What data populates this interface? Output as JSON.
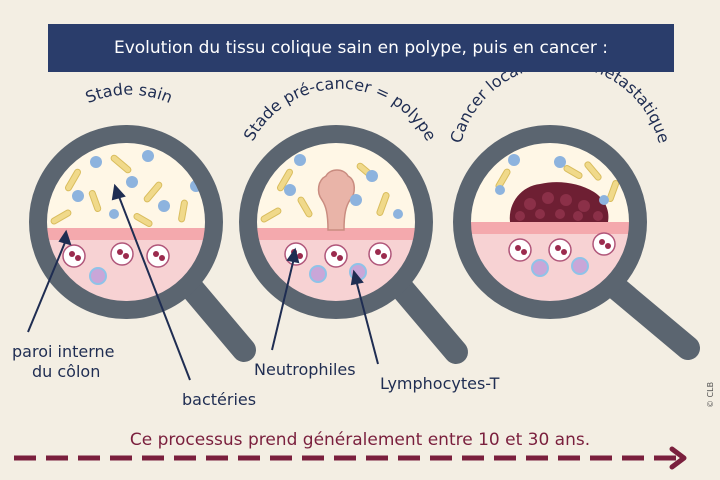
{
  "header": {
    "title": "Evolution du tissu colique sain en polype, puis en cancer :"
  },
  "stages": [
    {
      "label": "Stade sain"
    },
    {
      "label": "Stade pré-cancer = polype"
    },
    {
      "label": "Cancer localisé puis métastatique"
    }
  ],
  "annotations": {
    "wall_line1": "paroi interne",
    "wall_line2": "du côlon",
    "bacteria": "bactéries",
    "neutrophils": "Neutrophiles",
    "lymphocytes": "Lymphocytes-T"
  },
  "footer": {
    "text": "Ce processus prend généralement entre 10 et 30 ans."
  },
  "credit": "© CLB",
  "colors": {
    "banner": "#2a3d6b",
    "magnifier": "#5b6570",
    "text": "#1f2d52",
    "timeline": "#7a1f3d",
    "polyp": "#e9b4a8",
    "tumor": "#6e1f33"
  }
}
